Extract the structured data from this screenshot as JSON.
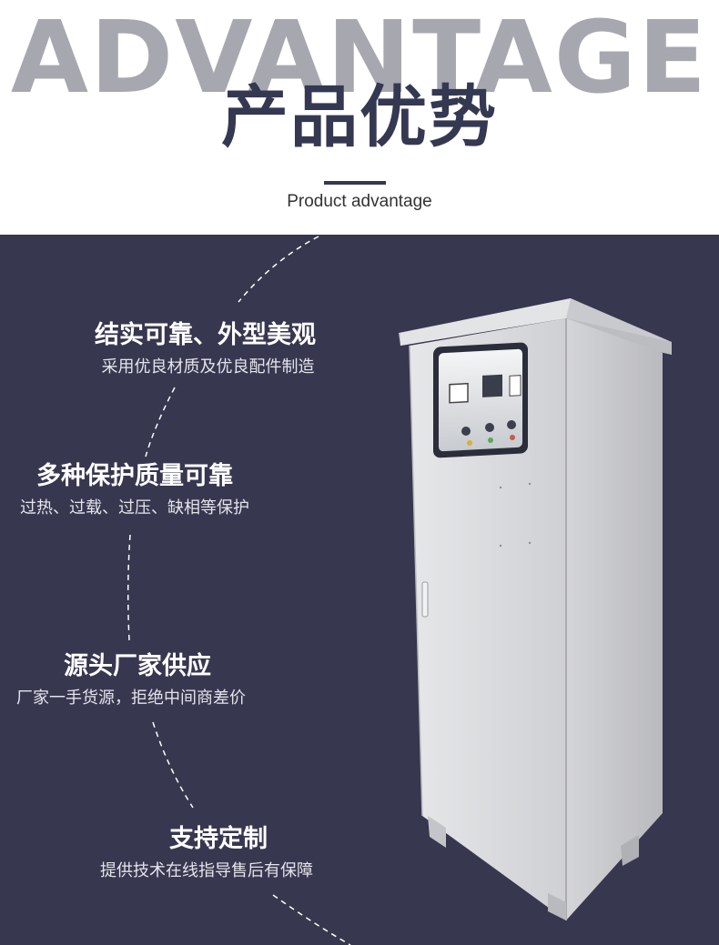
{
  "header": {
    "background_word": "ADVANTAGE",
    "title": "产品优势",
    "subtitle": "Product advantage"
  },
  "features": [
    {
      "title": "结实可靠、外型美观",
      "description": "采用优良材质及优良配件制造"
    },
    {
      "title": "多种保护质量可靠",
      "description": "过热、过载、过压、缺相等保护"
    },
    {
      "title": "源头厂家供应",
      "description": "厂家一手货源，拒绝中间商差价"
    },
    {
      "title": "支持定制",
      "description": "提供技术在线指导售后有保障"
    }
  ],
  "colors": {
    "panel_background": "#373750",
    "title_color": "#353851",
    "background_word_color": "#a7a7b0",
    "cabinet_color": "#d9dadc"
  },
  "image": {
    "subject": "electrical-control-cabinet-icon"
  }
}
